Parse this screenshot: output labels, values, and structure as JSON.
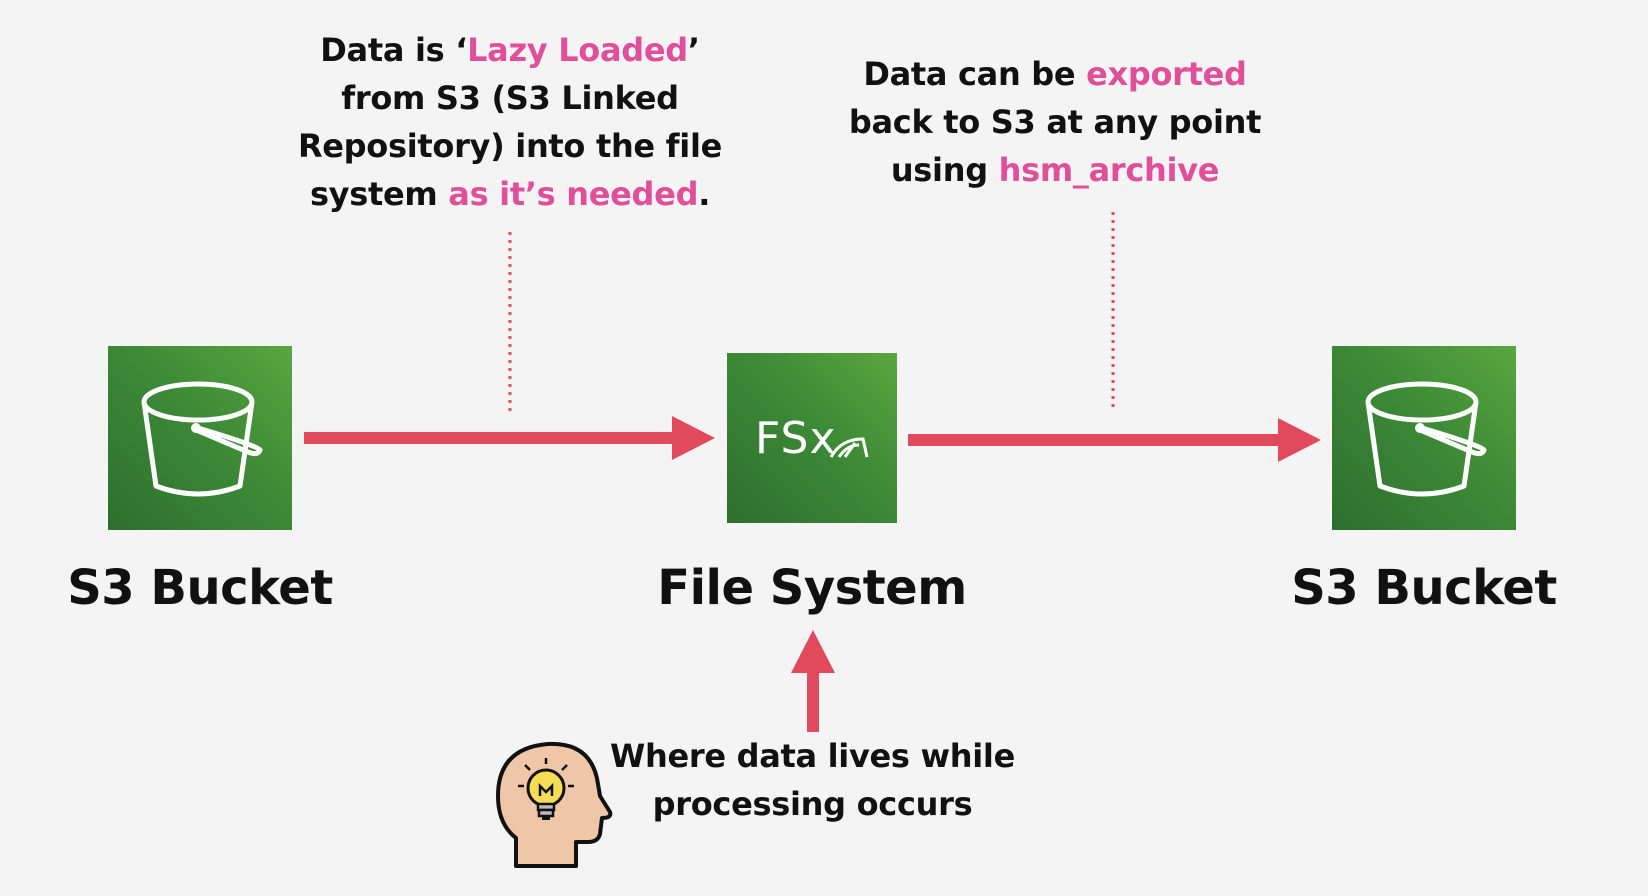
{
  "notes": {
    "lazy_load": {
      "line1_pre": "Data is ‘",
      "line1_hl": "Lazy Loaded",
      "line1_post": "’",
      "line2": "from S3 (S3 Linked",
      "line3": "Repository) into the file",
      "line4_pre": "system ",
      "line4_hl": "as it’s needed",
      "line4_post": "."
    },
    "export": {
      "line1_pre": "Data can be ",
      "line1_hl": "exported",
      "line2": "back to S3 at any point",
      "line3_pre": "using ",
      "line3_hl": "hsm_archive"
    },
    "processing": {
      "line1": "Where data lives while",
      "line2": "processing occurs"
    }
  },
  "nodes": {
    "source_bucket": {
      "label": "S3 Bucket",
      "icon": "s3-bucket-icon"
    },
    "file_system": {
      "label": "File System",
      "icon": "fsx-icon",
      "icon_text": "FSx"
    },
    "target_bucket": {
      "label": "S3 Bucket",
      "icon": "s3-bucket-icon"
    }
  },
  "colors": {
    "arrow": "#e04a5c",
    "highlight": "#e0509a",
    "tile_green": "#3d8a37",
    "background": "#f4f4f4"
  }
}
